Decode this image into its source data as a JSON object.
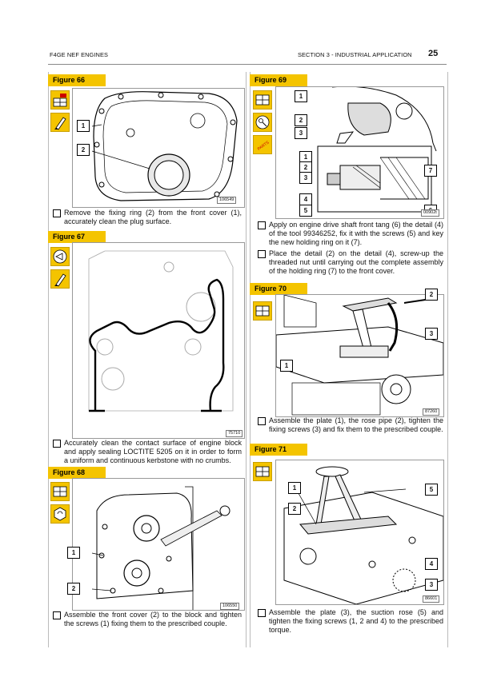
{
  "header": {
    "left": "F4GE NEF ENGINES",
    "right": "SECTION 3 - INDUSTRIAL APPLICATION",
    "page": "25"
  },
  "figures": {
    "f66": {
      "label": "Figure 66",
      "code": "106549",
      "callouts": [
        "1",
        "2"
      ],
      "icons": [
        "disassembly-icon",
        "lubricate-icon"
      ]
    },
    "f67": {
      "label": "Figure 67",
      "code": "75710",
      "callouts": [],
      "icons": [
        "look-icon",
        "lubricate-icon"
      ]
    },
    "f68": {
      "label": "Figure 68",
      "code": "106550",
      "callouts": [
        "1",
        "2"
      ],
      "icons": [
        "assembly-icon",
        "torque-icon"
      ]
    },
    "f69": {
      "label": "Figure 69",
      "code": "00902t",
      "callouts": [
        "1",
        "2",
        "3",
        "1",
        "2",
        "3",
        "4",
        "5",
        "6",
        "7"
      ],
      "icons": [
        "assembly-icon",
        "tool-icon",
        "parts-icon"
      ],
      "parts_text": "PARTS"
    },
    "f70": {
      "label": "Figure 70",
      "code": "87260",
      "callouts": [
        "1",
        "2",
        "3"
      ],
      "icons": [
        "assembly-icon"
      ]
    },
    "f71": {
      "label": "Figure 71",
      "code": "86601",
      "callouts": [
        "1",
        "2",
        "3",
        "4",
        "5"
      ],
      "icons": [
        "assembly-icon"
      ]
    }
  },
  "text": {
    "p66": "Remove the fixing ring (2) from the front cover (1), accurately clean the plug surface.",
    "p67": "Accurately clean the contact surface of engine block and apply sealing LOCTITE 5205 on it in order to form a uniform and continuous kerbstone with no crumbs.",
    "p68": "Assemble the front cover (2) to the block and tighten the screws (1) fixing them to the prescribed couple.",
    "p69a": "Apply on engine drive shaft front tang (6) the detail (4) of the tool 99346252, fix it with the screws (5) and key the new holding ring on it (7).",
    "p69b": "Place the detail (2) on the detail (4), screw-up the threaded nut until carrying out the complete assembly of the holding ring  (7) to the front cover.",
    "p70": "Assemble the plate (1), the rose pipe (2), tighten the fixing screws (3) and fix them to the prescribed couple.",
    "p71": "Assemble the plate (3), the suction rose (5) and tighten the fixing screws (1, 2 and 4) to the prescribed torque."
  }
}
